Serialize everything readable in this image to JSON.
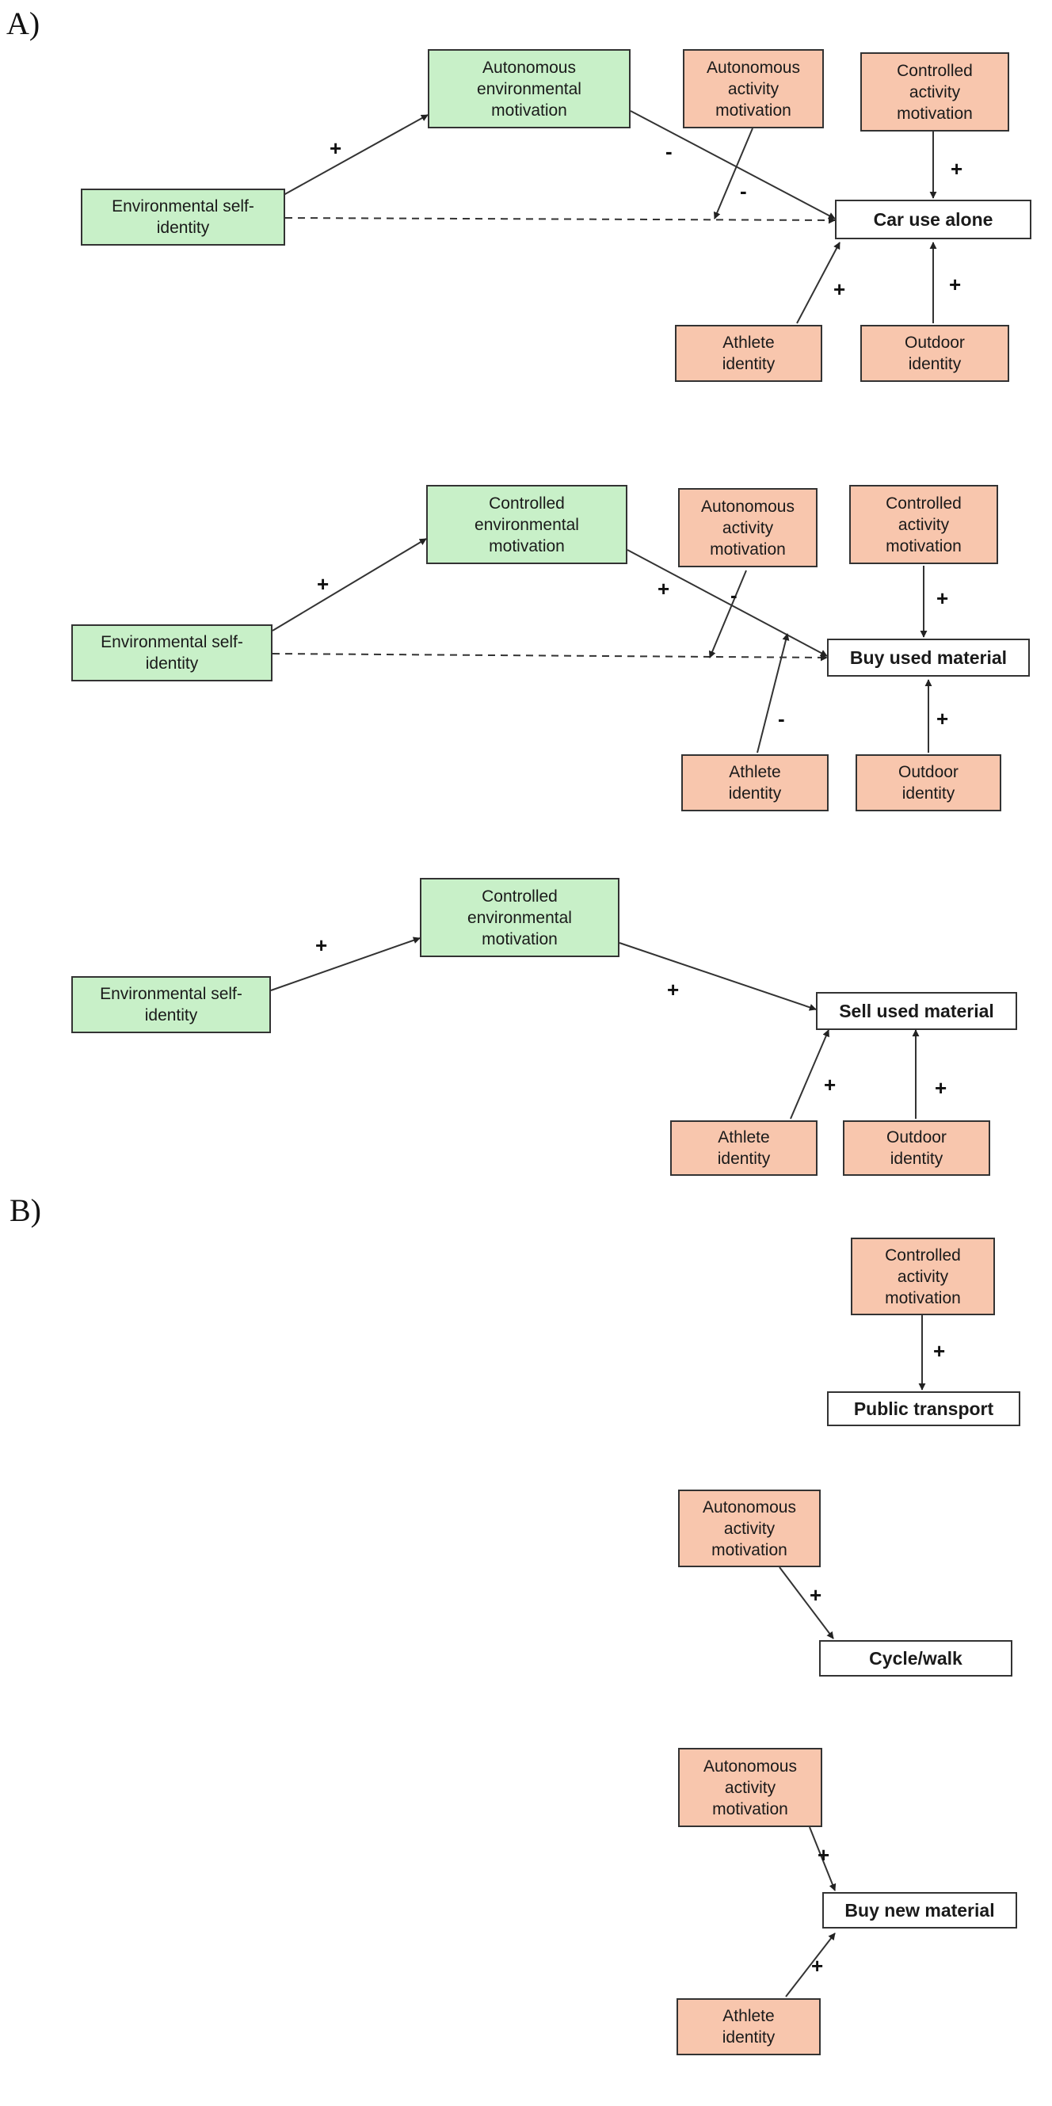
{
  "section_labels": {
    "a": "A)",
    "b": "B)"
  },
  "colors": {
    "environmental": "#c8f0c8",
    "activity_identity": "#f8c6ad",
    "outcome": "#ffffff",
    "line": "#333333"
  },
  "panel_a": {
    "car": {
      "env_self_identity": "Environmental self-\nidentity",
      "autonomous_env_motivation": "Autonomous\nenvironmental\nmotivation",
      "autonomous_activity_motivation": "Autonomous\nactivity\nmotivation",
      "controlled_activity_motivation": "Controlled\nactivity\nmotivation",
      "outcome": "Car use alone",
      "athlete_identity": "Athlete\nidentity",
      "outdoor_identity": "Outdoor\nidentity",
      "signs": {
        "esi_to_aem": "+",
        "aem_to_outcome": "-",
        "aam_moderation": "-",
        "cam_to_outcome": "+",
        "athlete_to_outcome": "+",
        "outdoor_to_outcome": "+"
      }
    },
    "buy_used": {
      "env_self_identity": "Environmental self-\nidentity",
      "controlled_env_motivation": "Controlled\nenvironmental\nmotivation",
      "autonomous_activity_motivation": "Autonomous\nactivity\nmotivation",
      "controlled_activity_motivation": "Controlled\nactivity\nmotivation",
      "outcome": "Buy used material",
      "athlete_identity": "Athlete\nidentity",
      "outdoor_identity": "Outdoor\nidentity",
      "signs": {
        "esi_to_cem": "+",
        "cem_to_outcome": "+",
        "aam_moderation": "-",
        "cam_to_outcome": "+",
        "athlete_moderation": "-",
        "outdoor_to_outcome": "+"
      }
    },
    "sell_used": {
      "env_self_identity": "Environmental self-\nidentity",
      "controlled_env_motivation": "Controlled\nenvironmental\nmotivation",
      "outcome": "Sell used material",
      "athlete_identity": "Athlete\nidentity",
      "outdoor_identity": "Outdoor\nidentity",
      "signs": {
        "esi_to_cem": "+",
        "cem_to_outcome": "+",
        "athlete_to_outcome": "+",
        "outdoor_to_outcome": "+"
      }
    }
  },
  "panel_b": {
    "public_transport": {
      "controlled_activity_motivation": "Controlled\nactivity\nmotivation",
      "outcome": "Public transport",
      "signs": {
        "cam_to_outcome": "+"
      }
    },
    "cycle_walk": {
      "autonomous_activity_motivation": "Autonomous\nactivity\nmotivation",
      "outcome": "Cycle/walk",
      "signs": {
        "aam_to_outcome": "+"
      }
    },
    "buy_new": {
      "autonomous_activity_motivation": "Autonomous\nactivity\nmotivation",
      "outcome": "Buy new material",
      "athlete_identity": "Athlete\nidentity",
      "signs": {
        "aam_to_outcome": "+",
        "athlete_to_outcome": "+"
      }
    }
  }
}
